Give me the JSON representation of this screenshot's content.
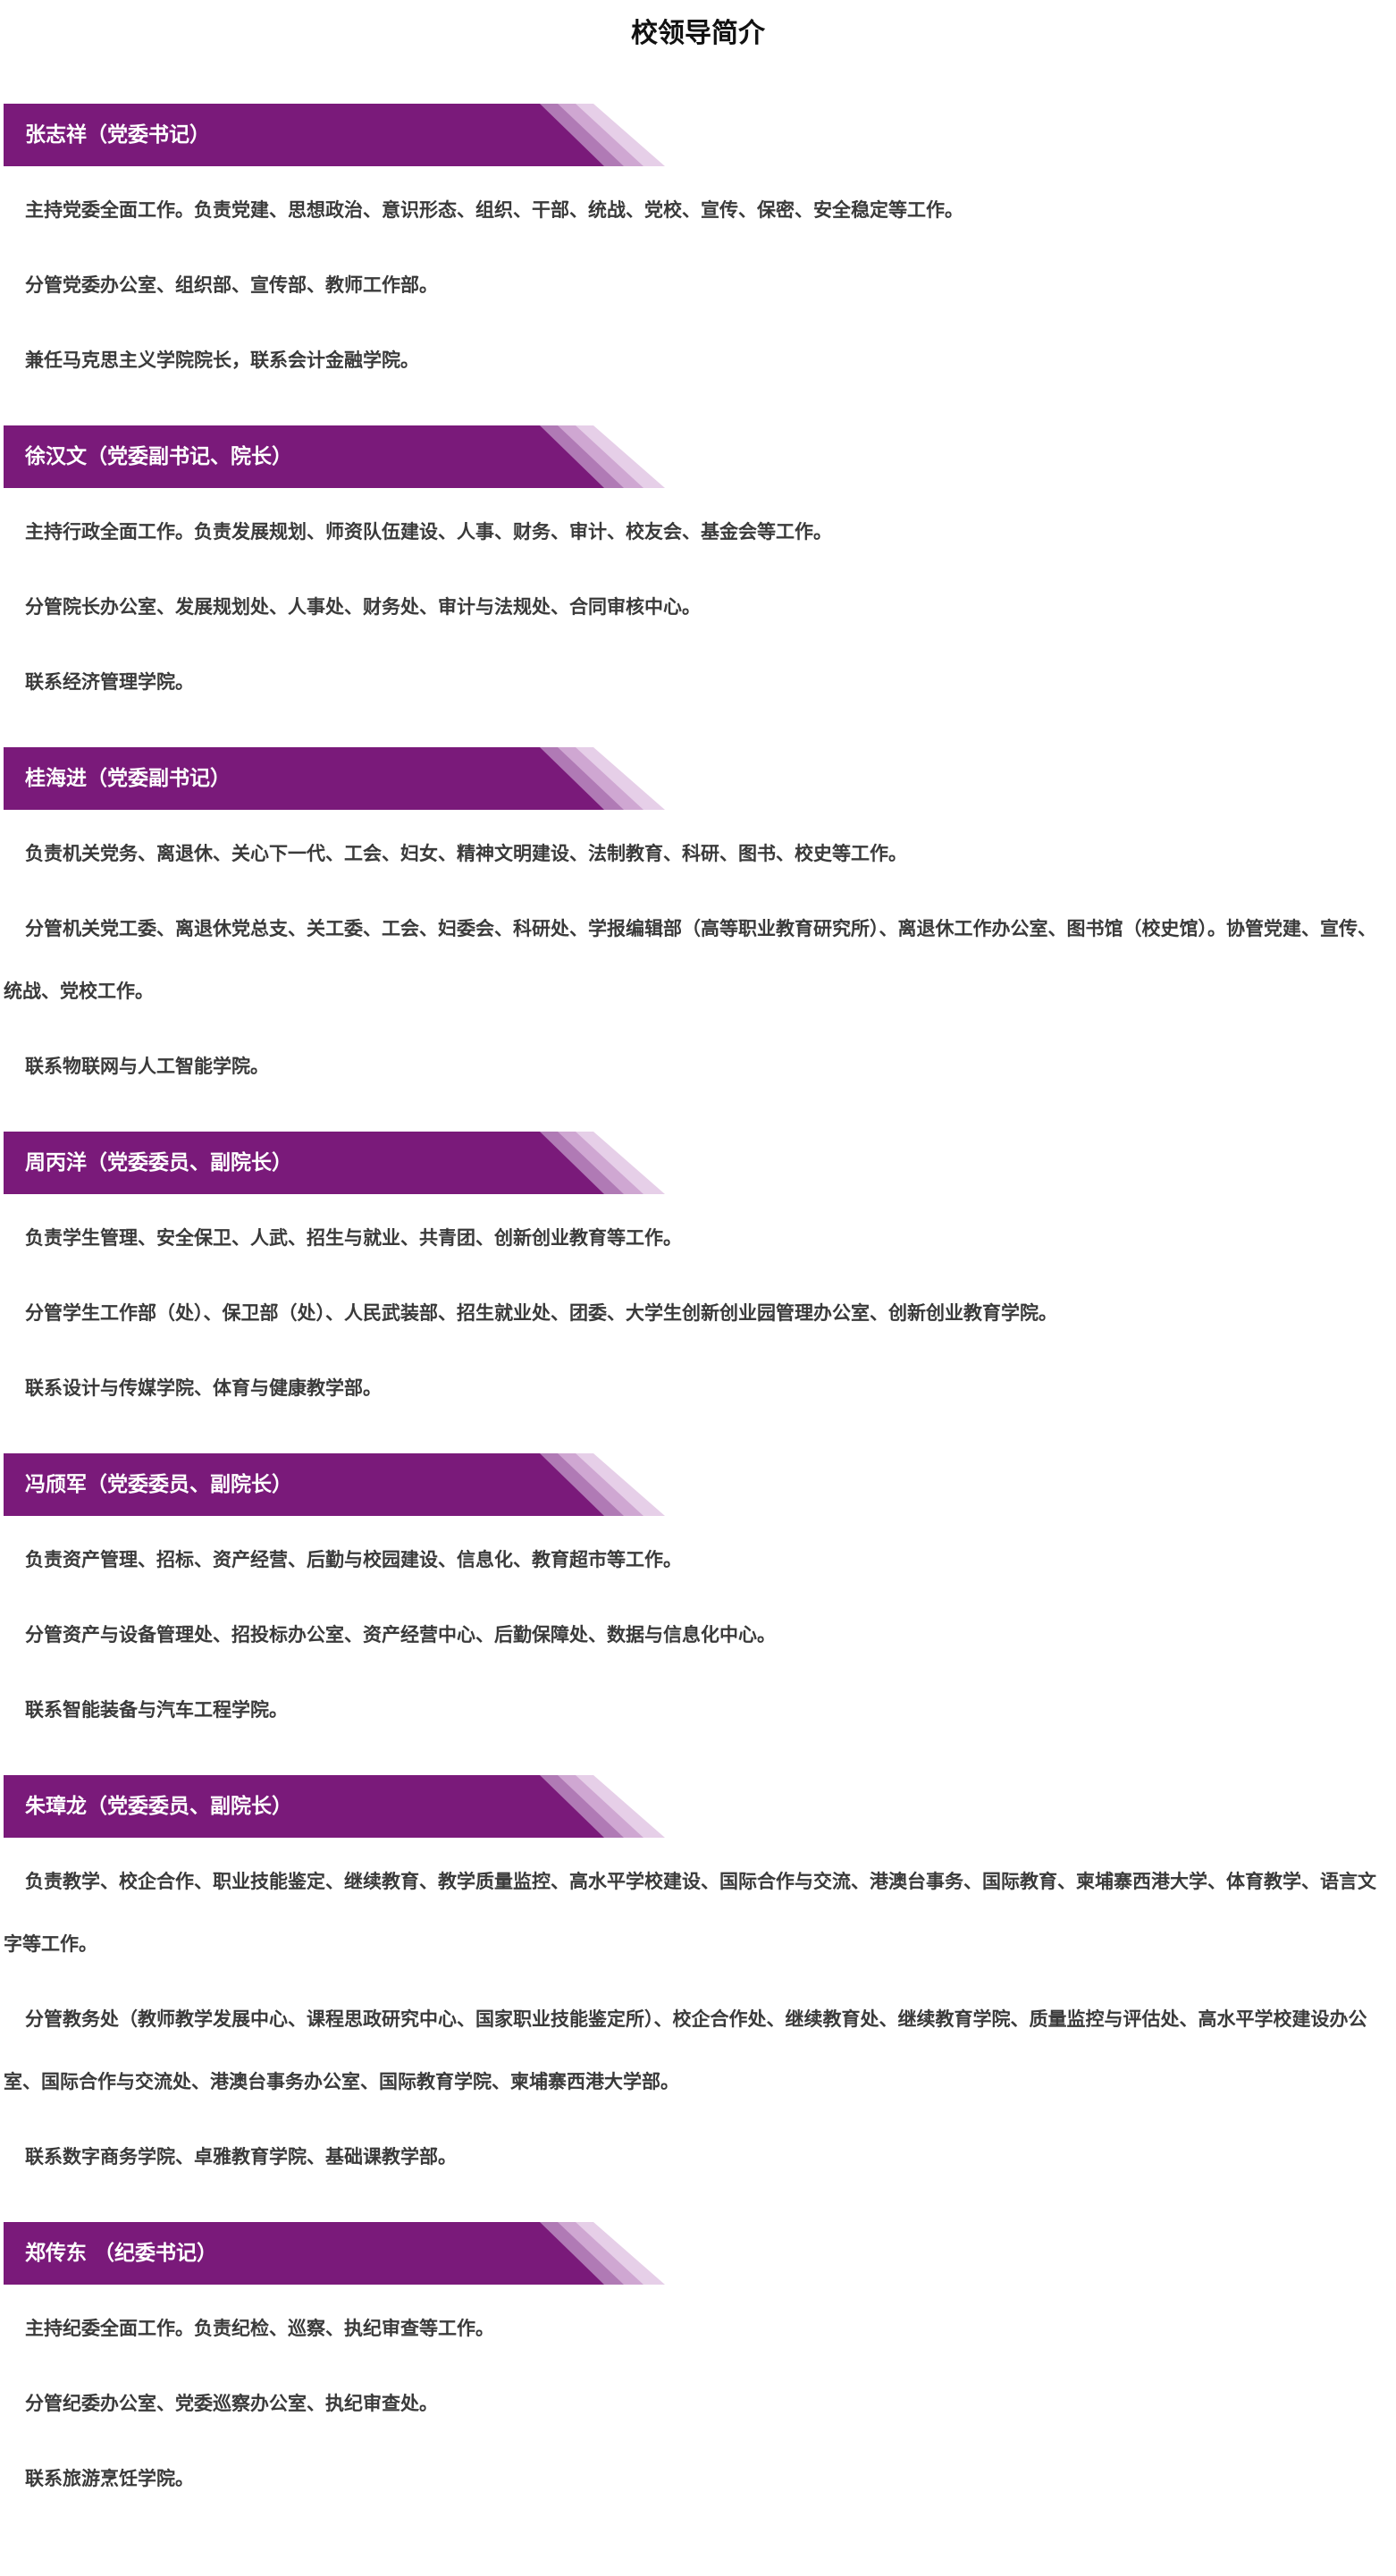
{
  "page_title": "校领导简介",
  "colors": {
    "banner_main": "#7a1a7a",
    "banner_stripe_1": "#b07ab5",
    "banner_stripe_2": "#cfa7d2",
    "banner_stripe_3": "#e6cfe8",
    "text": "#3a3a3a"
  },
  "leaders": [
    {
      "heading": "张志祥（党委书记）",
      "duties": [
        "主持党委全面工作。负责党建、思想政治、意识形态、组织、干部、统战、党校、宣传、保密、安全稳定等工作。",
        "分管党委办公室、组织部、宣传部、教师工作部。",
        "兼任马克思主义学院院长，联系会计金融学院。"
      ]
    },
    {
      "heading": "徐汉文（党委副书记、院长）",
      "duties": [
        "主持行政全面工作。负责发展规划、师资队伍建设、人事、财务、审计、校友会、基金会等工作。",
        "分管院长办公室、发展规划处、人事处、财务处、审计与法规处、合同审核中心。",
        "联系经济管理学院。"
      ]
    },
    {
      "heading": "桂海进（党委副书记）",
      "duties": [
        "负责机关党务、离退休、关心下一代、工会、妇女、精神文明建设、法制教育、科研、图书、校史等工作。",
        "分管机关党工委、离退休党总支、关工委、工会、妇委会、科研处、学报编辑部（高等职业教育研究所）、离退休工作办公室、图书馆（校史馆）。协管党建、宣传、统战、党校工作。",
        "联系物联网与人工智能学院。"
      ]
    },
    {
      "heading": "周丙洋（党委委员、副院长）",
      "duties": [
        "负责学生管理、安全保卫、人武、招生与就业、共青团、创新创业教育等工作。",
        "分管学生工作部（处）、保卫部（处）、人民武装部、招生就业处、团委、大学生创新创业园管理办公室、创新创业教育学院。",
        "联系设计与传媒学院、体育与健康教学部。"
      ]
    },
    {
      "heading": "冯颀军（党委委员、副院长）",
      "duties": [
        "负责资产管理、招标、资产经营、后勤与校园建设、信息化、教育超市等工作。",
        "分管资产与设备管理处、招投标办公室、资产经营中心、后勤保障处、数据与信息化中心。",
        "联系智能装备与汽车工程学院。"
      ]
    },
    {
      "heading": "朱璋龙（党委委员、副院长）",
      "duties": [
        "负责教学、校企合作、职业技能鉴定、继续教育、教学质量监控、高水平学校建设、国际合作与交流、港澳台事务、国际教育、柬埔寨西港大学、体育教学、语言文字等工作。",
        "分管教务处（教师教学发展中心、课程思政研究中心、国家职业技能鉴定所）、校企合作处、继续教育处、继续教育学院、质量监控与评估处、高水平学校建设办公室、国际合作与交流处、港澳台事务办公室、国际教育学院、柬埔寨西港大学部。",
        "联系数字商务学院、卓雅教育学院、基础课教学部。"
      ]
    },
    {
      "heading": "郑传东 （纪委书记）",
      "duties": [
        "主持纪委全面工作。负责纪检、巡察、执纪审查等工作。",
        "分管纪委办公室、党委巡察办公室、执纪审查处。",
        "联系旅游烹饪学院。"
      ]
    }
  ]
}
